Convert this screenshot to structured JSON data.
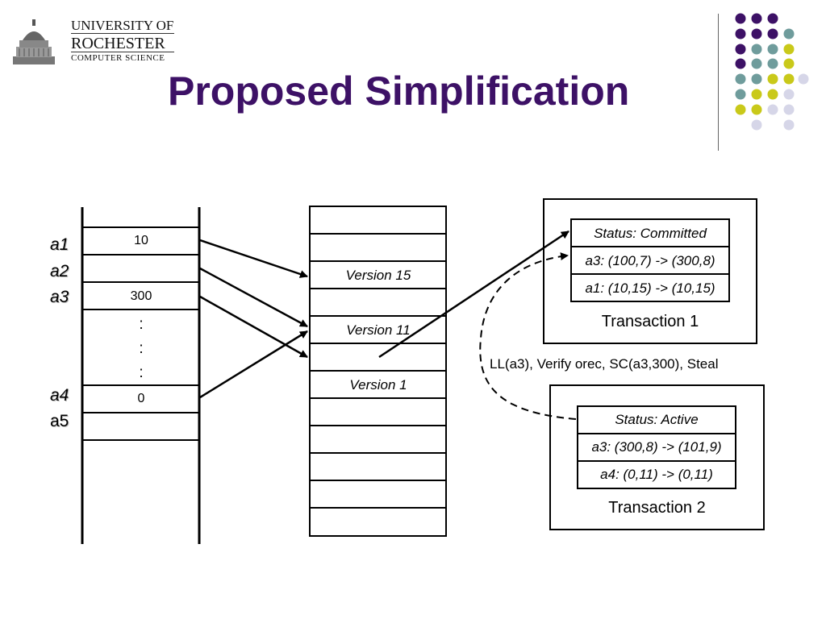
{
  "logo": {
    "line1": "UNIVERSITY OF",
    "line2": "ROCHESTER",
    "line3": "COMPUTER SCIENCE"
  },
  "title": "Proposed Simplification",
  "colors": {
    "title": "#3d1166",
    "purple_dot": "#3d1166",
    "teal_dot": "#6f9c9c",
    "yellow_dot": "#c9c91a",
    "lavender_dot": "#d6d6e8"
  },
  "addresses": [
    "a1",
    "a2",
    "a3",
    "a4",
    "a5"
  ],
  "memory": {
    "a1_value": "10",
    "a3_value": "300",
    "dots": [
      ":",
      ":",
      ":"
    ],
    "a4_value": "0"
  },
  "versions": {
    "v15": "Version 15",
    "v11": "Version 11",
    "v1": "Version 1"
  },
  "transaction1": {
    "status": "Status: Committed",
    "row1": "a3: (100,7) -> (300,8)",
    "row2": "a1: (10,15) -> (10,15)",
    "caption": "Transaction 1"
  },
  "transaction2": {
    "status": "Status: Active",
    "row1": "a3: (300,8) -> (101,9)",
    "row2": "a4: (0,11) -> (0,11)",
    "caption": "Transaction 2"
  },
  "steal_label": "LL(a3), Verify orec, SC(a3,300), Steal"
}
